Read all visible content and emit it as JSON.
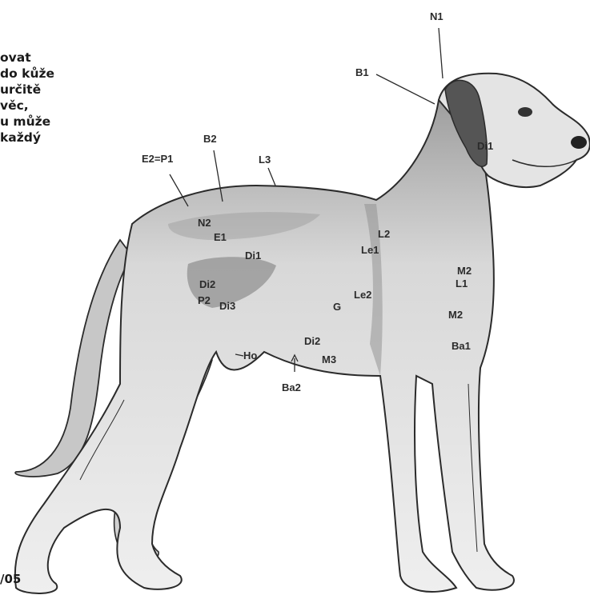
{
  "side_text": {
    "lines": [
      "ovat",
      "do kůže",
      "určitě",
      "věc,",
      "u může",
      "každý"
    ]
  },
  "page_number": "/05",
  "points": {
    "N1": "N1",
    "B1": "B1",
    "B2": "B2",
    "E2P1": "E2=P1",
    "L3": "L3",
    "N2": "N2",
    "E1": "E1",
    "L2": "L2",
    "Le1": "Le1",
    "Di1": "Di1",
    "Di2": "Di2",
    "P2": "P2",
    "Di3": "Di3",
    "Le2": "Le2",
    "G": "G",
    "M2": "M2",
    "L1": "L1",
    "M2b": "M2",
    "Ba1": "Ba1",
    "Di2b": "Di2",
    "M3": "M3",
    "Ho": "Ho",
    "Ba2": "Ba2",
    "Di1head": "Di1"
  },
  "colors": {
    "ink": "#2b2b2b",
    "shade": "#8d8d8d",
    "paper": "#ffffff"
  }
}
